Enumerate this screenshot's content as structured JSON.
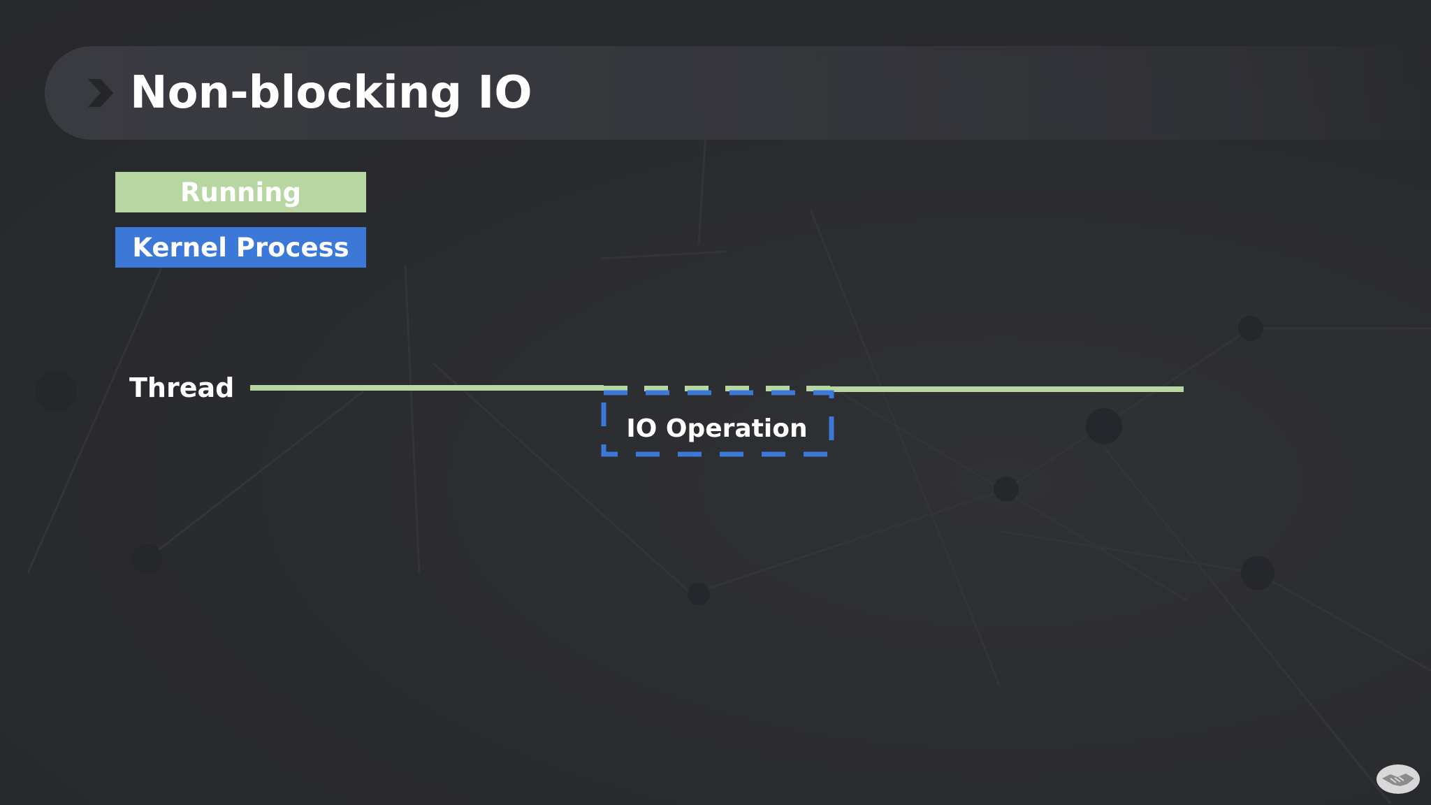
{
  "slide": {
    "title": "Non-blocking IO",
    "title_icon": "chevron-right-icon"
  },
  "legend": {
    "running": {
      "label": "Running",
      "color": "#b7d6a2"
    },
    "kernel": {
      "label": "Kernel Process",
      "color": "#3b78d8"
    }
  },
  "timeline": {
    "thread_label": "Thread",
    "io_label": "IO Operation"
  },
  "footer": {
    "logo_icon": "handshake-icon"
  }
}
